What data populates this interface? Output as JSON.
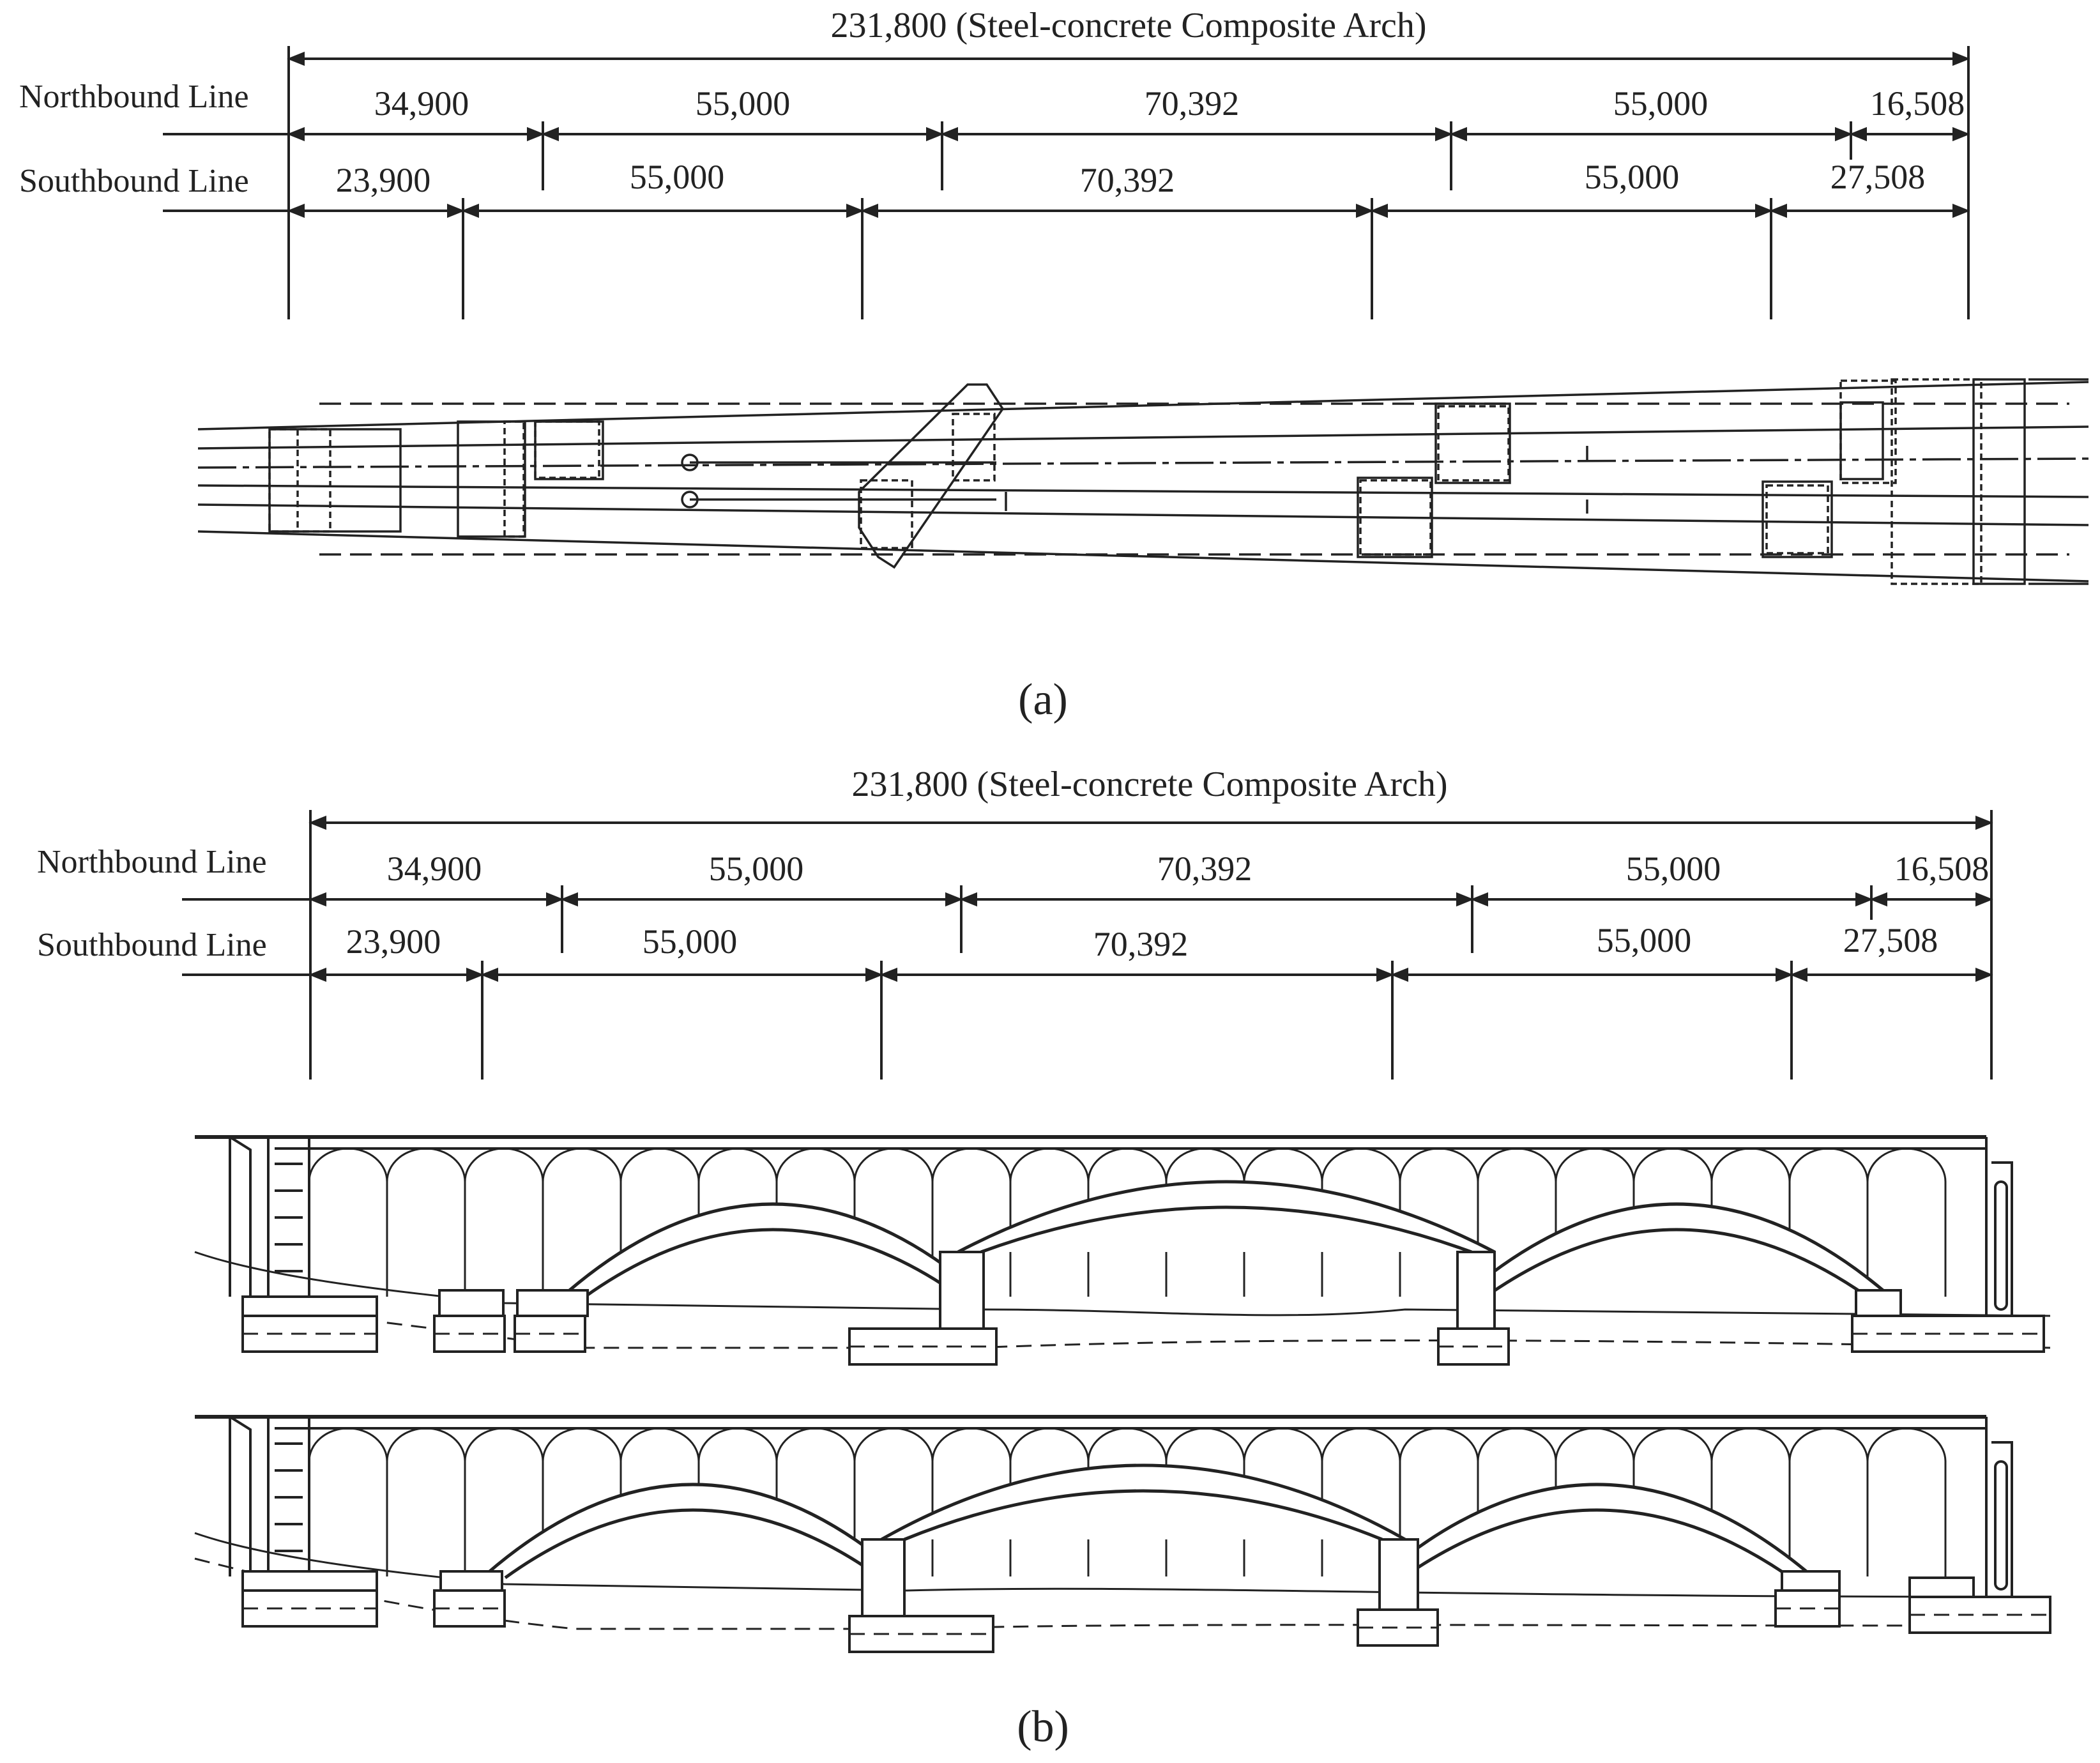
{
  "colors": {
    "ink": "#222222",
    "background": "#ffffff"
  },
  "panels": [
    {
      "id": "a",
      "caption": "(a)",
      "dimensions": {
        "total_label": "231,800 (Steel-concrete Composite Arch)",
        "northbound": {
          "label": "Northbound Line",
          "spans": [
            "34,900",
            "55,000",
            "70,392",
            "55,000",
            "16,508"
          ]
        },
        "southbound": {
          "label": "Southbound Line",
          "spans": [
            "23,900",
            "55,000",
            "70,392",
            "55,000",
            "27,508"
          ]
        }
      }
    },
    {
      "id": "b",
      "caption": "(b)",
      "dimensions": {
        "total_label": "231,800 (Steel-concrete Composite Arch)",
        "northbound": {
          "label": "Northbound Line",
          "spans": [
            "34,900",
            "55,000",
            "70,392",
            "55,000",
            "16,508"
          ]
        },
        "southbound": {
          "label": "Southbound Line",
          "spans": [
            "23,900",
            "55,000",
            "70,392",
            "55,000",
            "27,508"
          ]
        }
      }
    }
  ]
}
